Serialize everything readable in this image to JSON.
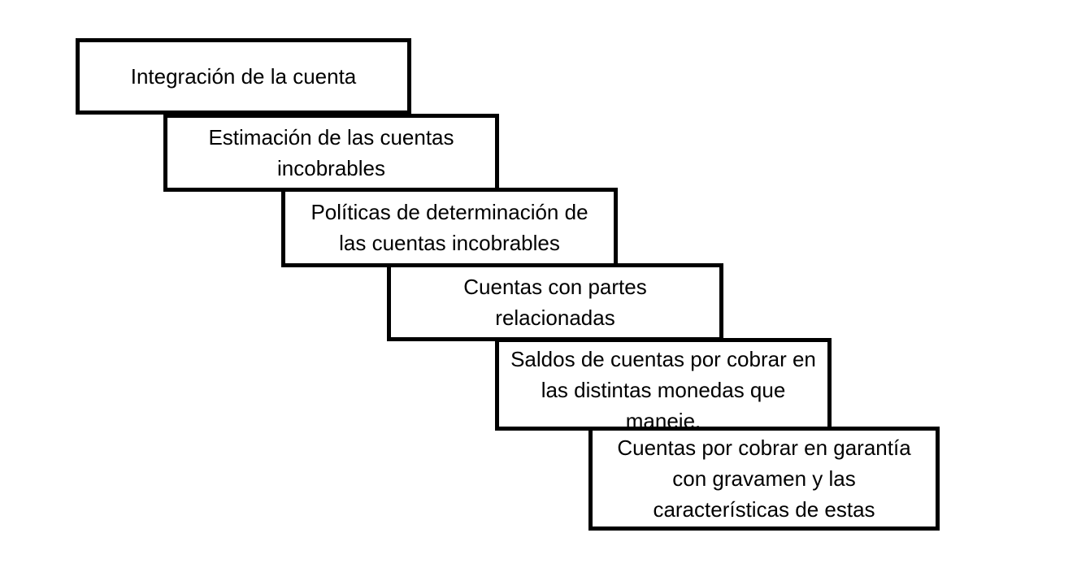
{
  "diagram": {
    "steps": [
      {
        "label": "Integración de la cuenta"
      },
      {
        "label": "Estimación de las cuentas incobrables"
      },
      {
        "label": "Políticas de determinación de las cuentas incobrables"
      },
      {
        "label": "Cuentas con partes relacionadas"
      },
      {
        "label": "Saldos de cuentas por cobrar en las distintas monedas que maneje."
      },
      {
        "label": "Cuentas por cobrar en garantía con gravamen y las características de estas"
      }
    ]
  }
}
